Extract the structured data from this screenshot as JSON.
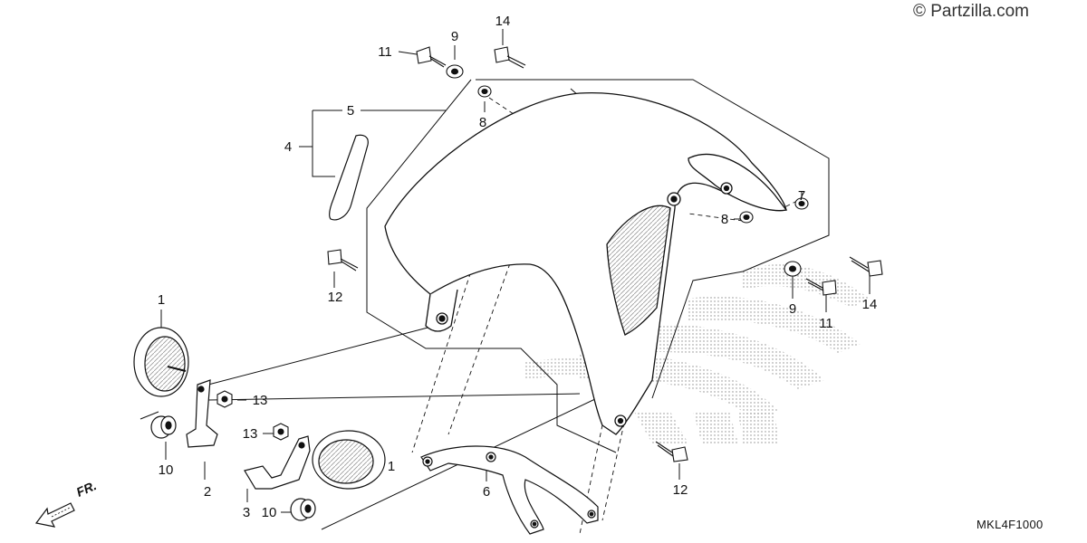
{
  "watermark": "© Partzilla.com",
  "diagram_code": "MKL4F1000",
  "direction_label": "FR.",
  "direction_icon": "arrow-forward-icon",
  "callouts": [
    {
      "id": "c11a",
      "text": "11"
    },
    {
      "id": "c9a",
      "text": "9"
    },
    {
      "id": "c14a",
      "text": "14"
    },
    {
      "id": "c5",
      "text": "5"
    },
    {
      "id": "c8a",
      "text": "8"
    },
    {
      "id": "c4",
      "text": "4"
    },
    {
      "id": "c7",
      "text": "7"
    },
    {
      "id": "c8b",
      "text": "8"
    },
    {
      "id": "c14b",
      "text": "14"
    },
    {
      "id": "c12a",
      "text": "12"
    },
    {
      "id": "c9b",
      "text": "9"
    },
    {
      "id": "c11b",
      "text": "11"
    },
    {
      "id": "c1a",
      "text": "1"
    },
    {
      "id": "c13a",
      "text": "13"
    },
    {
      "id": "c13b",
      "text": "13"
    },
    {
      "id": "c1b",
      "text": "1"
    },
    {
      "id": "c10a",
      "text": "10"
    },
    {
      "id": "c2",
      "text": "2"
    },
    {
      "id": "c3",
      "text": "3"
    },
    {
      "id": "c10b",
      "text": "10"
    },
    {
      "id": "c6",
      "text": "6"
    },
    {
      "id": "c12b",
      "text": "12"
    }
  ]
}
